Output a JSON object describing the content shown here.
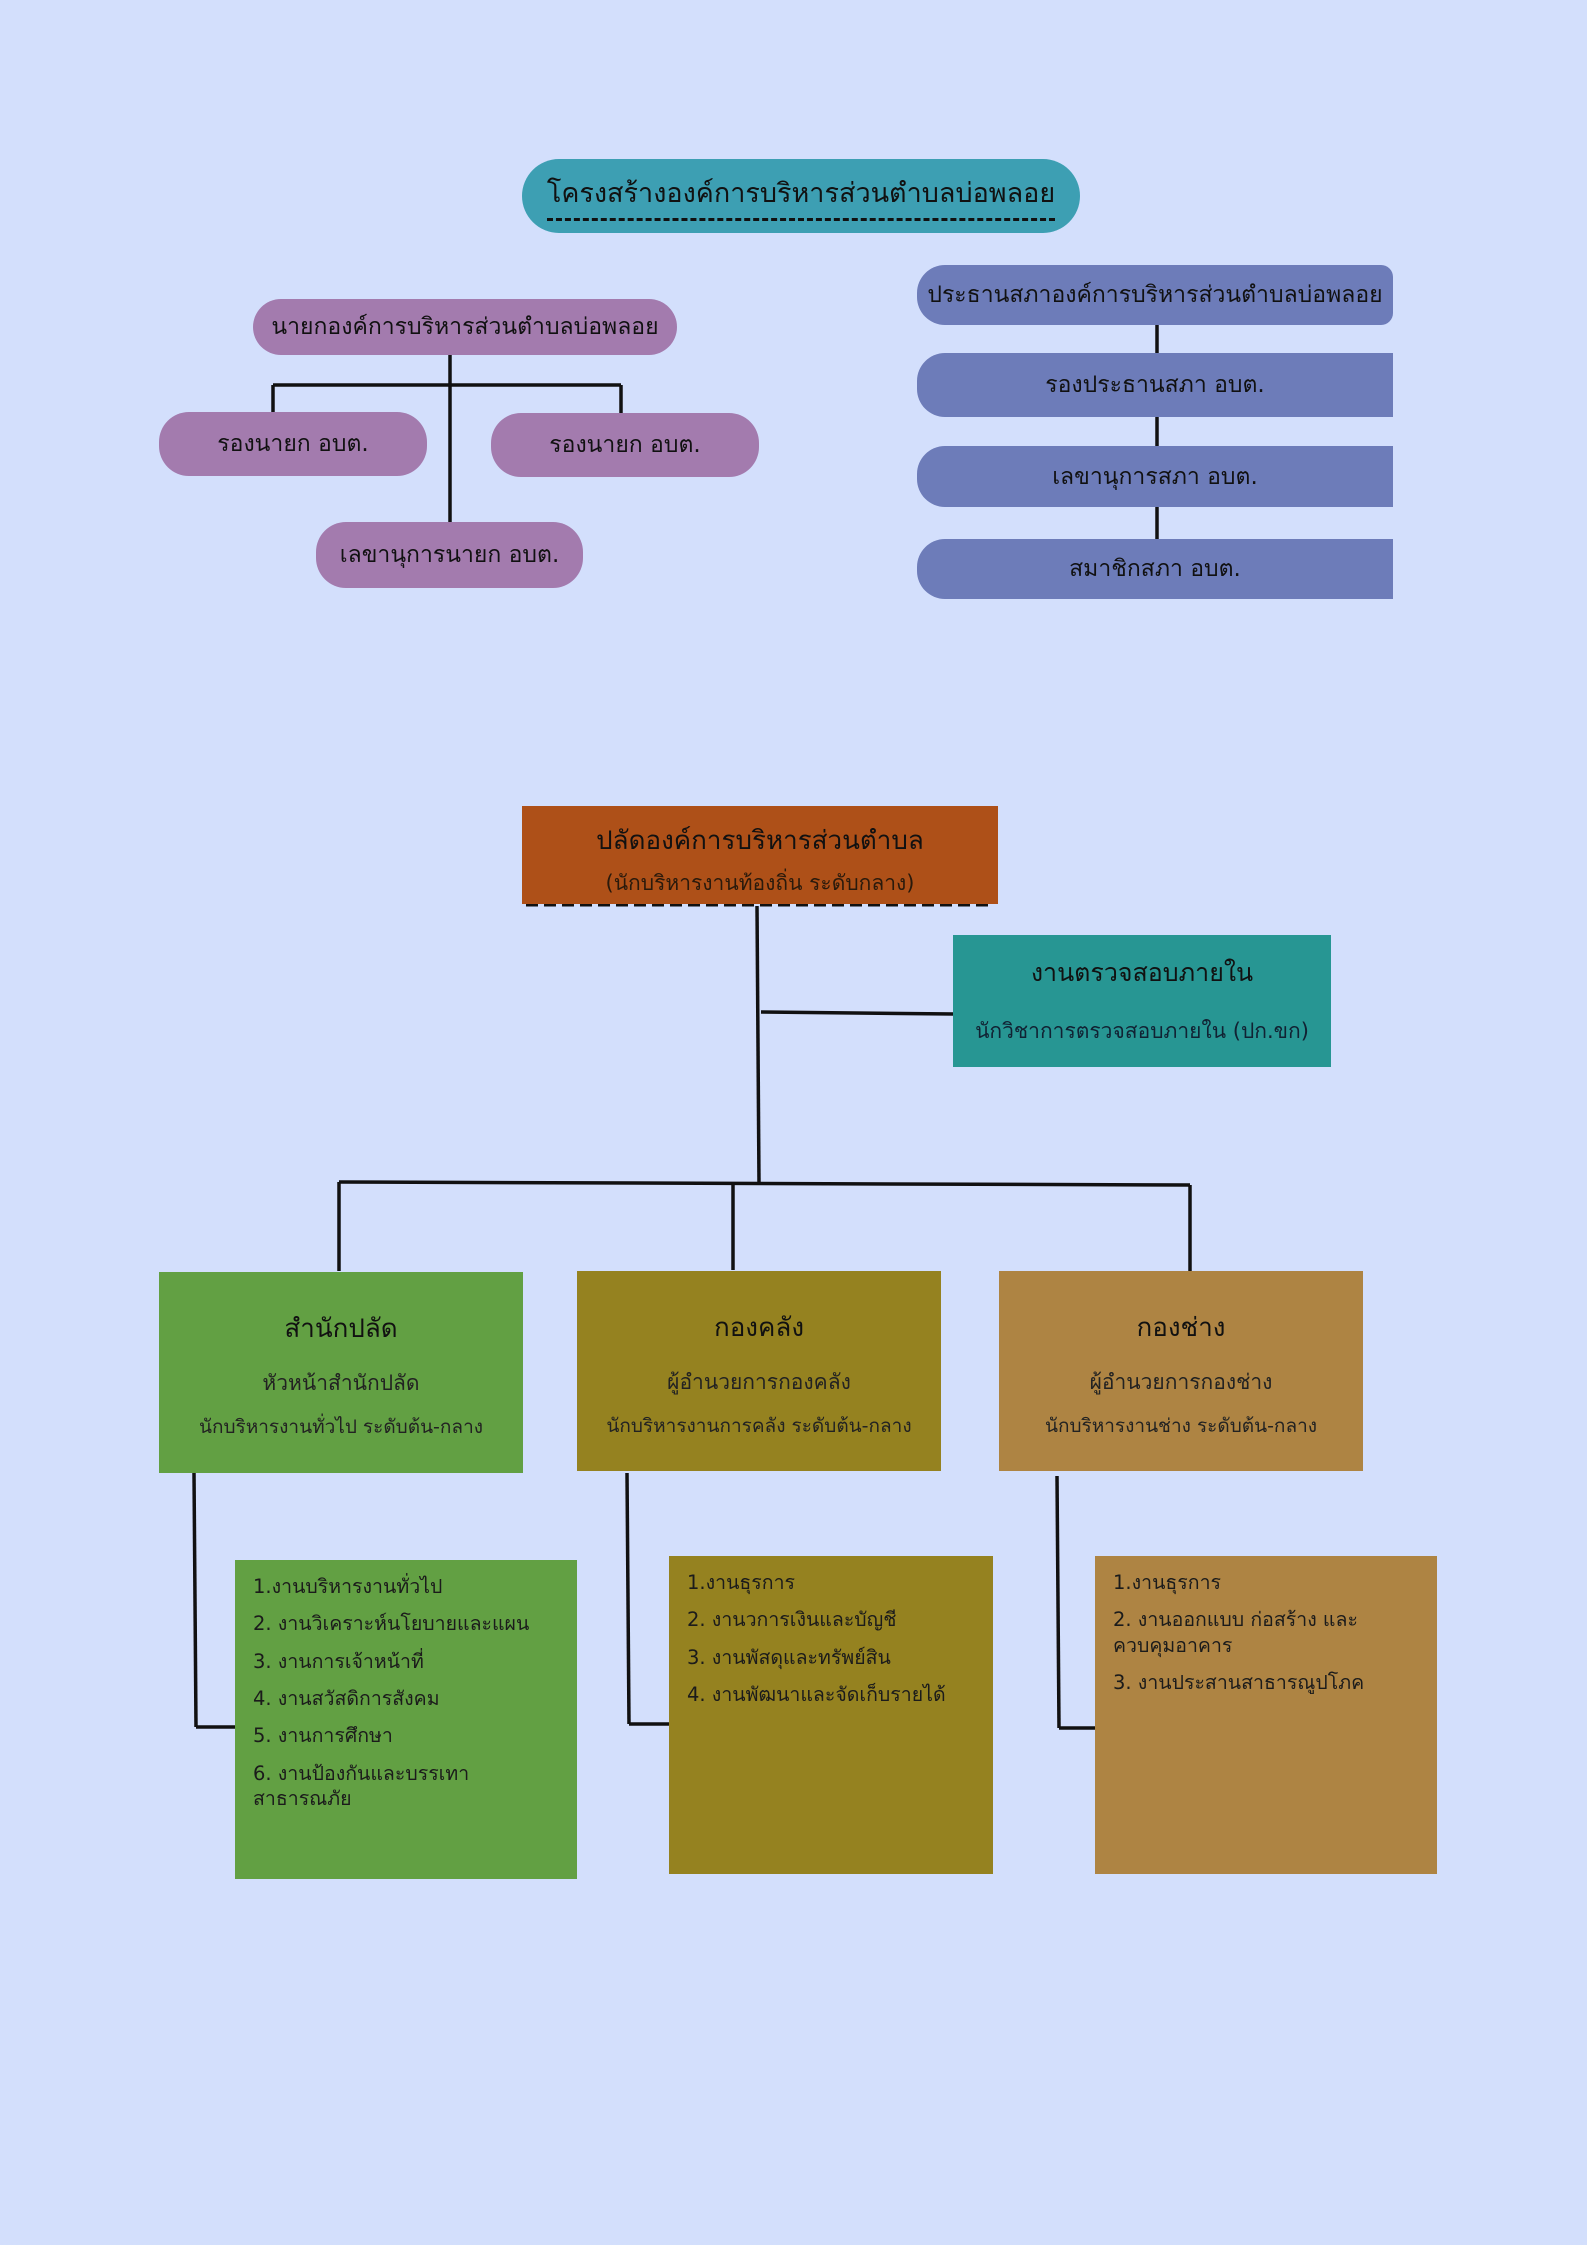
{
  "title": "โครงสร้างองค์การบริหารส่วนตำบลบ่อพลอย",
  "executive": {
    "head": "นายกองค์การบริหารส่วนตำบลบ่อพลอย",
    "deputy_1": "รองนายก อบต.",
    "deputy_2": "รองนายก อบต.",
    "secretary": "เลขานุการนายก อบต."
  },
  "council": {
    "chair": "ประธานสภาองค์การบริหารส่วนตำบลบ่อพลอย",
    "vice_chair": "รองประธานสภา อบต.",
    "secretary": "เลขานุการสภา อบต.",
    "members": "สมาชิกสภา อบต."
  },
  "palad": {
    "title": "ปลัดองค์การบริหารส่วนตำบล",
    "subtitle": "(นักบริหารงานท้องถิ่น ระดับกลาง)"
  },
  "audit": {
    "title": "งานตรวจสอบภายใน",
    "subtitle": "นักวิชาการตรวจสอบภายใน (ปก.ขก)"
  },
  "departments": [
    {
      "name": "สำนักปลัด",
      "head": "หัวหน้าสำนักปลัด",
      "level": "นักบริหารงานทั่วไป ระดับต้น-กลาง",
      "color": "#62a043",
      "tasks": [
        "1.งานบริหารงานทั่วไป",
        "2. งานวิเคราะห์นโยบายและแผน",
        "3. งานการเจ้าหน้าที่",
        "4. งานสวัสดิการสังคม",
        "5. งานการศึกษา",
        "6. งานป้องกันและบรรเทาสาธารณภัย"
      ]
    },
    {
      "name": "กองคลัง",
      "head": "ผู้อำนวยการกองคลัง",
      "level": "นักบริหารงานการคลัง ระดับต้น-กลาง",
      "color": "#958220",
      "tasks": [
        "1.งานธุรการ",
        "2. งานวการเงินและบัญชี",
        "3. งานพัสดุและทรัพย์สิน",
        "4. งานพัฒนาและจัดเก็บรายได้"
      ]
    },
    {
      "name": "กองช่าง",
      "head": "ผู้อำนวยการกองช่าง",
      "level": "นักบริหารงานช่าง ระดับต้น-กลาง",
      "color": "#ae8443",
      "tasks": [
        "1.งานธุรการ",
        "2. งานออกแบบ ก่อสร้าง และควบคุมอาคาร",
        "3. งานประสานสาธารณูปโภค"
      ]
    }
  ]
}
